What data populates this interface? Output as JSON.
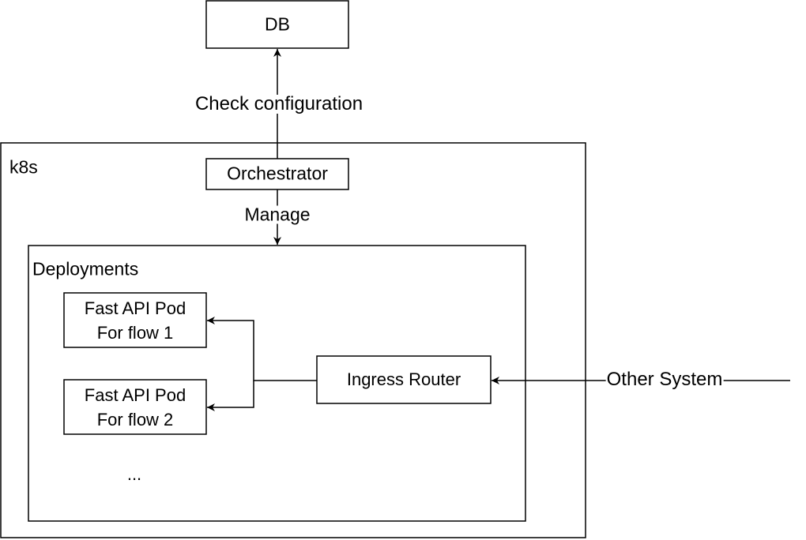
{
  "diagram": {
    "db": {
      "label": "DB"
    },
    "check_configuration": {
      "label": "Check configuration"
    },
    "k8s": {
      "label": "k8s"
    },
    "orchestrator": {
      "label": "Orchestrator"
    },
    "manage": {
      "label": "Manage"
    },
    "deployments": {
      "label": "Deployments"
    },
    "pod1": {
      "line1": "Fast API Pod",
      "line2": "For flow 1"
    },
    "pod2": {
      "line1": "Fast API Pod",
      "line2": "For flow 2"
    },
    "ellipsis": {
      "label": "..."
    },
    "ingress_router": {
      "label": "Ingress Router"
    },
    "other_system": {
      "label": "Other System"
    }
  },
  "colors": {
    "stroke": "#000000",
    "background": "#ffffff"
  }
}
